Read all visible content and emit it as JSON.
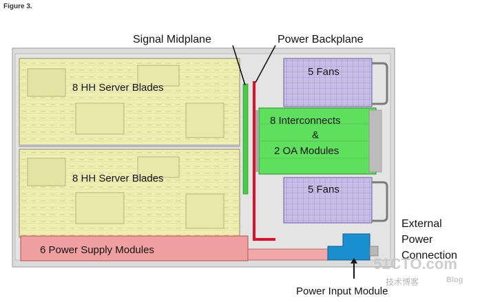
{
  "figure_label": "Figure 3.",
  "labels": {
    "blades_top": "8 HH Server Blades",
    "blades_bottom": "8 HH Server Blades",
    "fans_top": "5 Fans",
    "fans_bottom": "5 Fans",
    "interconnects_line1": "8 Interconnects",
    "interconnects_line2": "&",
    "interconnects_line3": "2 OA Modules",
    "power_supply": "6 Power Supply Modules",
    "signal_midplane": "Signal Midplane",
    "power_backplane": "Power Backplane",
    "external_power_line1": "External",
    "external_power_line2": "Power",
    "external_power_line3": "Connection",
    "power_input_module": "Power Input Module"
  },
  "watermark": {
    "brand": "51CTO.com",
    "subtitle": "技术博客",
    "blog": "Blog"
  },
  "colors": {
    "chassis": "#dcdcdc",
    "blade": "#efefb4",
    "fans": "#c8bde6",
    "interconnect": "#5ee05e",
    "power_supply": "#f0a0a0",
    "backplane": "#e0102a",
    "midplane": "#44cc44",
    "power_input": "#1a8fd0"
  }
}
